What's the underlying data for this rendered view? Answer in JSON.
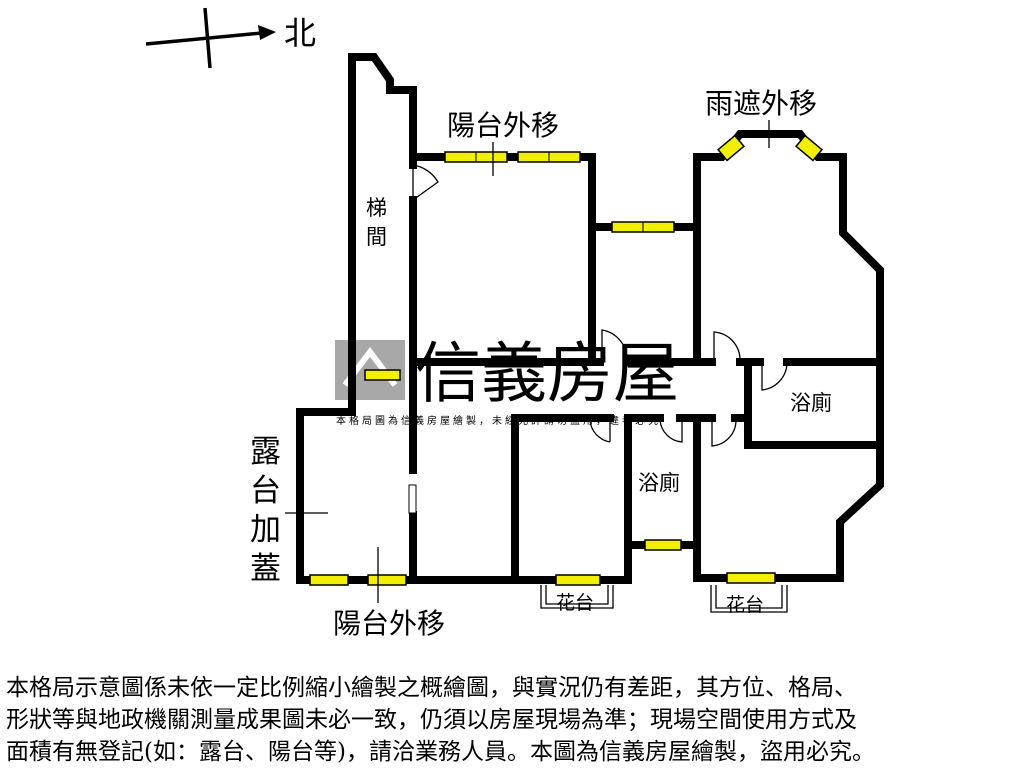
{
  "compass": {
    "label": "北",
    "icon": "north-arrow-icon"
  },
  "labels": {
    "balcony_top": "陽台外移",
    "canopy": "雨遮外移",
    "stairwell": [
      "梯",
      "間"
    ],
    "bath_right": "浴廁",
    "bath_middle": "浴廁",
    "terrace": [
      "露",
      "台",
      "加",
      "蓋"
    ],
    "balcony_bottom": "陽台外移",
    "planter_left": "花台",
    "planter_right": "花台"
  },
  "watermark": {
    "brand": "信義房屋",
    "notice": "本格局圖為信義房屋繪製，未經允許請勿盜用，違者必究",
    "color": "#9a9a9a"
  },
  "colors": {
    "wall": "#000000",
    "window": "#f2f000"
  },
  "disclaimer": [
    "本格局示意圖係未依一定比例縮小繪製之概繪圖，與實況仍有差距，其方位、格局、",
    "形狀等與地政機關測量成果圖未必一致，仍須以房屋現場為準；現場空間使用方式及",
    "面積有無登記(如：露台、陽台等)，請洽業務人員。本圖為信義房屋繪製，盜用必究。"
  ]
}
